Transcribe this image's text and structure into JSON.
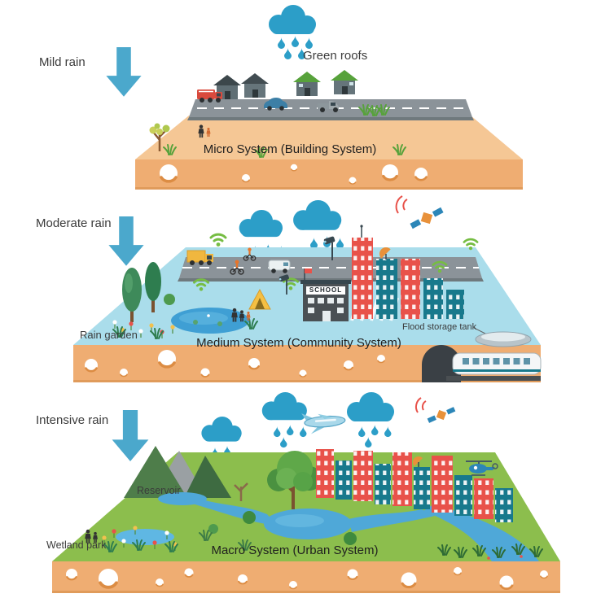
{
  "diagram": {
    "sections": [
      {
        "id": "micro",
        "rain_label": "Mild rain",
        "caption": "Micro System (Building System)",
        "annotations": {
          "green_roofs": "Green roofs"
        }
      },
      {
        "id": "medium",
        "rain_label": "Moderate rain",
        "caption": "Medium System (Community System)",
        "annotations": {
          "rain_garden": "Rain garden",
          "flood_storage_tank": "Flood storage tank"
        },
        "school_sign": "SCHOOL"
      },
      {
        "id": "macro",
        "rain_label": "Intensive rain",
        "caption": "Macro System (Urban System)",
        "annotations": {
          "reservoir": "Reservoir",
          "wetland_park": "Wetland park"
        }
      }
    ],
    "colors": {
      "background": "#ffffff",
      "text": "#3b3b3b",
      "arrow_blue": "#4BA8CC",
      "cloud_blue": "#2C9EC8",
      "soil_tan": "#EFAD72",
      "soil_top": "#F5C795",
      "pore_shadow": "#DC8C43",
      "water_surface": "#AADDEB",
      "pond_blue": "#3F9FD4",
      "land_green": "#8CBE4D",
      "building_red": "#E8524A",
      "building_teal": "#18798C",
      "road_gray": "#8B9399",
      "wifi_green": "#76BD43"
    },
    "icons": [
      "rain-cloud-icon",
      "rain-drop-icon",
      "down-arrow-icon",
      "house-icon",
      "green-roof-house-icon",
      "fire-truck-icon",
      "car-icon",
      "pickup-truck-icon",
      "tree-icon",
      "person-icon",
      "sponge-pore-icon",
      "wifi-icon",
      "cctv-camera-icon",
      "satellite-icon",
      "satellite-dish-icon",
      "school-icon",
      "tent-icon",
      "apartment-tower-icon",
      "delivery-truck-icon",
      "van-icon",
      "scooter-icon",
      "pond-icon",
      "flower-icon",
      "train-icon",
      "tunnel-icon",
      "flood-storage-tank-icon",
      "mountain-icon",
      "river-icon",
      "airplane-icon",
      "helicopter-icon",
      "grass-icon"
    ]
  }
}
